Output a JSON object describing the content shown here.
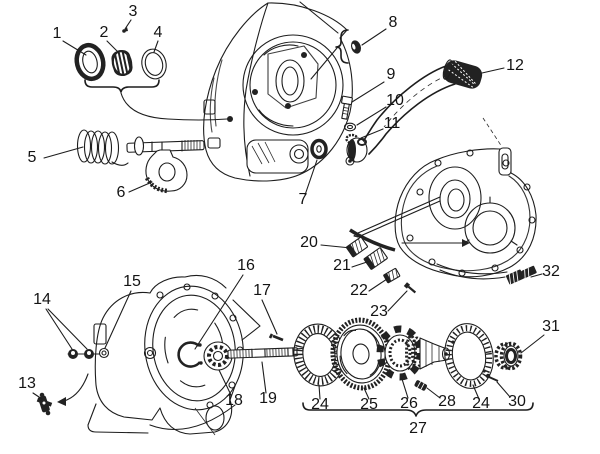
{
  "figure": {
    "kind": "exploded-parts-diagram",
    "background_color": "#ffffff",
    "line_color": "#1d1d1d",
    "label_color": "#141414"
  },
  "callouts": [
    {
      "num": "1"
    },
    {
      "num": "2"
    },
    {
      "num": "3"
    },
    {
      "num": "4"
    },
    {
      "num": "5"
    },
    {
      "num": "6"
    },
    {
      "num": "7"
    },
    {
      "num": "8"
    },
    {
      "num": "9"
    },
    {
      "num": "10"
    },
    {
      "num": "11"
    },
    {
      "num": "12"
    },
    {
      "num": "13"
    },
    {
      "num": "14"
    },
    {
      "num": "15"
    },
    {
      "num": "16"
    },
    {
      "num": "17"
    },
    {
      "num": "18"
    },
    {
      "num": "19"
    },
    {
      "num": "20"
    },
    {
      "num": "21"
    },
    {
      "num": "22"
    },
    {
      "num": "23"
    },
    {
      "num": "24"
    },
    {
      "num": "25"
    },
    {
      "num": "26"
    },
    {
      "num": "27"
    },
    {
      "num": "28"
    },
    {
      "num": "24"
    },
    {
      "num": "30"
    },
    {
      "num": "31"
    },
    {
      "num": "32"
    }
  ]
}
